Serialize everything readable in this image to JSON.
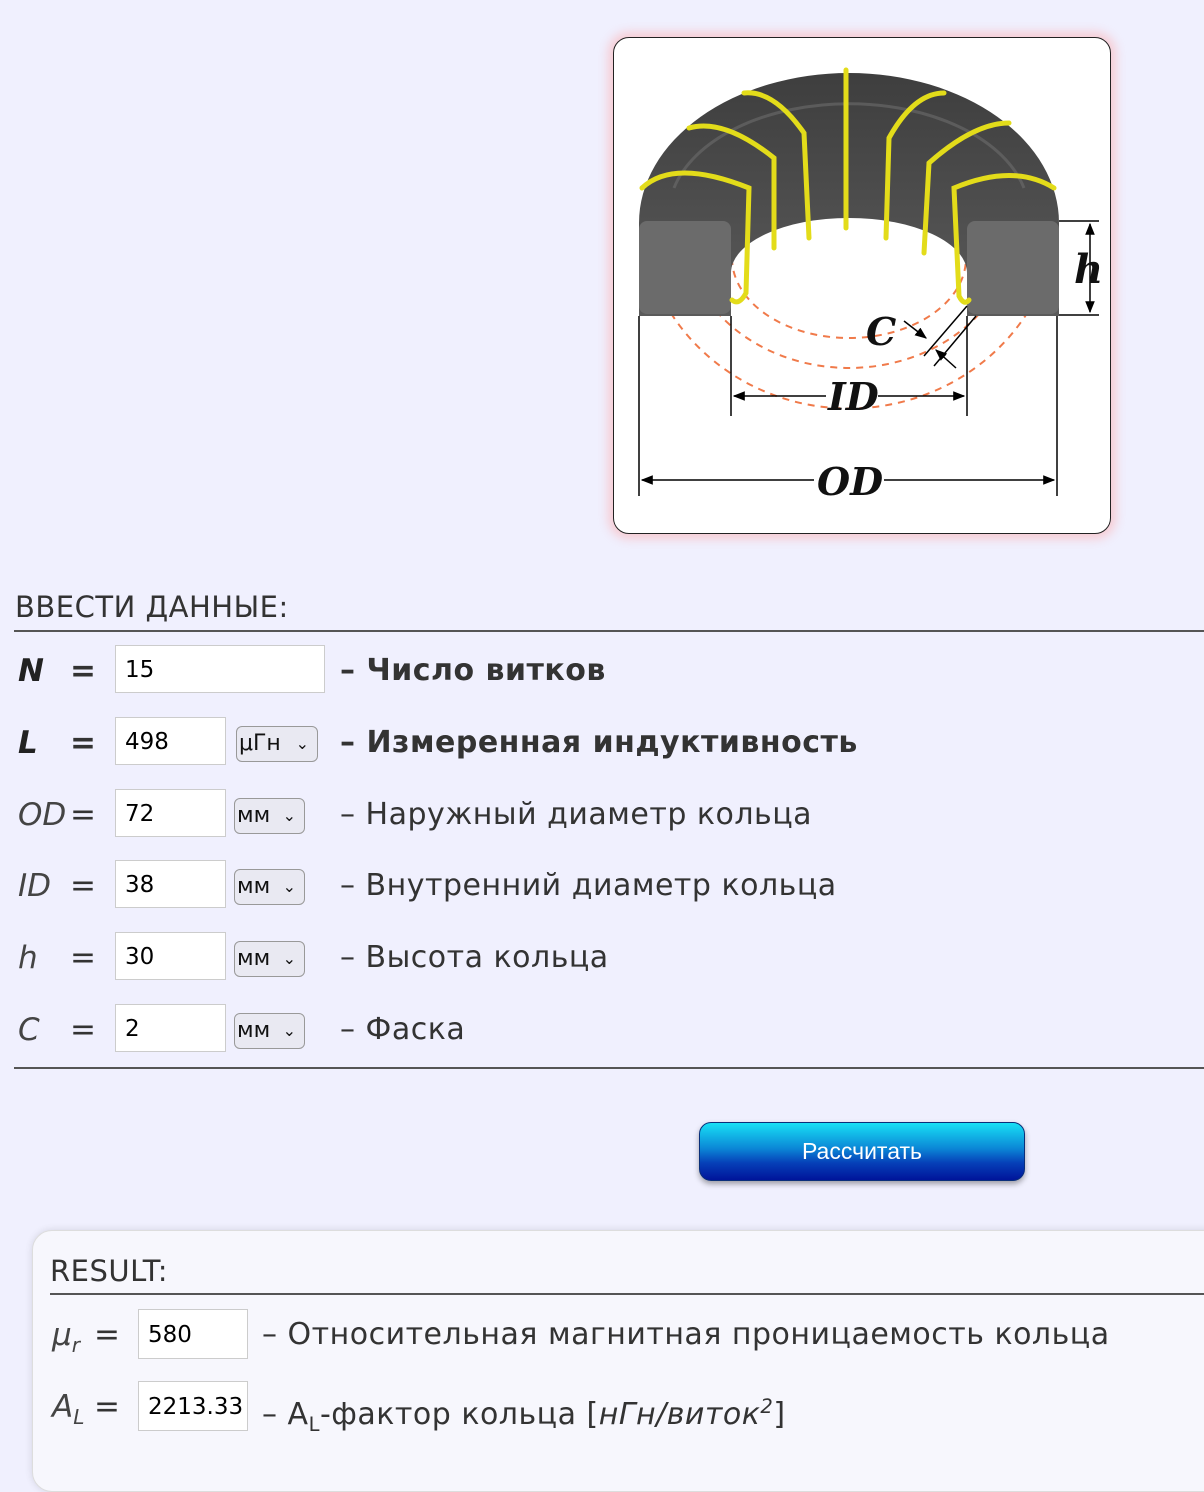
{
  "diagram": {
    "labels": {
      "h": "h",
      "c": "C",
      "id": "ID",
      "od": "OD"
    }
  },
  "input_section": {
    "heading": "ВВЕСТИ ДАННЫЕ:",
    "rows": [
      {
        "symbol": "N",
        "eq": "=",
        "value": "15",
        "unit": "",
        "desc": "– Число витков"
      },
      {
        "symbol": "L",
        "eq": "=",
        "value": "498",
        "unit": "μГн",
        "desc": "– Измеренная индуктивность"
      },
      {
        "symbol": "OD",
        "eq": "=",
        "value": "72",
        "unit": "мм",
        "desc": "– Наружный диаметр кольца"
      },
      {
        "symbol": "ID",
        "eq": "=",
        "value": "38",
        "unit": "мм",
        "desc": "– Внутренний диаметр кольца"
      },
      {
        "symbol": "h",
        "eq": "=",
        "value": "30",
        "unit": "мм",
        "desc": "– Высота кольца"
      },
      {
        "symbol": "C",
        "eq": "=",
        "value": "2",
        "unit": "мм",
        "desc": "– Фаска"
      }
    ]
  },
  "calculate_button": "Рассчитать",
  "result_section": {
    "heading": "RESULT:",
    "mu": {
      "symbol": "μ",
      "sub": "r",
      "eq": "=",
      "value": "580",
      "desc": "– Относительная магнитная проницаемость кольца"
    },
    "al": {
      "symbol": "A",
      "sub": "L",
      "eq": "=",
      "value": "2213.33",
      "desc_pre": "– A",
      "desc_sub": "L",
      "desc_mid": "-фактор кольца [",
      "desc_unit": "нГн/виток",
      "desc_sup": "2",
      "desc_end": "]"
    }
  }
}
